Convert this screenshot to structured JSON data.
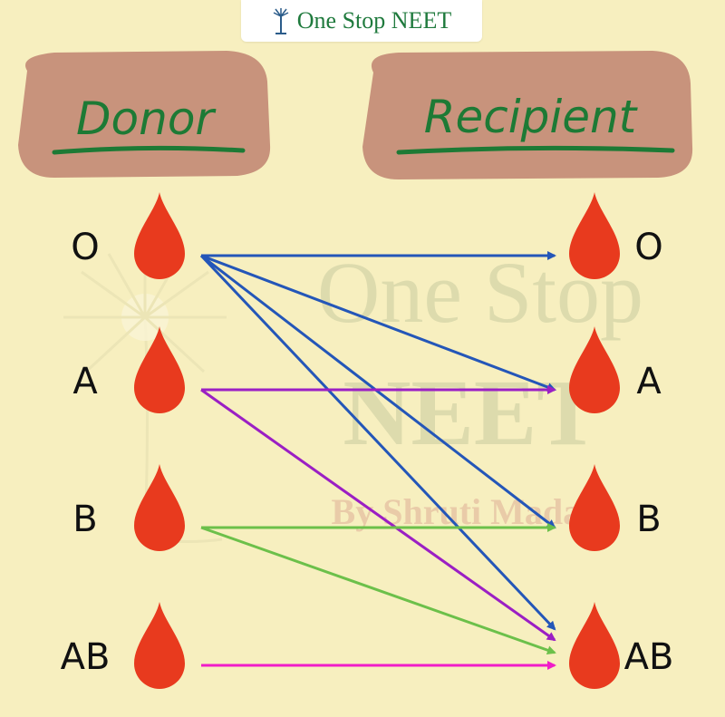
{
  "brand": {
    "name": "One Stop NEET",
    "icon": "palm-tree-icon"
  },
  "headings": {
    "donor": "Donor",
    "recipient": "Recipient"
  },
  "watermark": {
    "line1": "One Stop",
    "line2": "NEET",
    "line3": "By Shruti Madam"
  },
  "donors": [
    {
      "id": "O",
      "label": "O"
    },
    {
      "id": "A",
      "label": "A"
    },
    {
      "id": "B",
      "label": "B"
    },
    {
      "id": "AB",
      "label": "AB"
    }
  ],
  "recipients": [
    {
      "id": "O",
      "label": "O"
    },
    {
      "id": "A",
      "label": "A"
    },
    {
      "id": "B",
      "label": "B"
    },
    {
      "id": "AB",
      "label": "AB"
    }
  ],
  "donations": [
    {
      "from": "O",
      "to": "O",
      "color": "#2456b8"
    },
    {
      "from": "O",
      "to": "A",
      "color": "#2456b8"
    },
    {
      "from": "O",
      "to": "B",
      "color": "#2456b8"
    },
    {
      "from": "O",
      "to": "AB",
      "color": "#2456b8"
    },
    {
      "from": "A",
      "to": "A",
      "color": "#9b1fc4"
    },
    {
      "from": "A",
      "to": "AB",
      "color": "#9b1fc4"
    },
    {
      "from": "B",
      "to": "B",
      "color": "#6cc04a"
    },
    {
      "from": "B",
      "to": "AB",
      "color": "#6cc04a"
    },
    {
      "from": "AB",
      "to": "AB",
      "color": "#f01cc8"
    }
  ],
  "colors": {
    "drop": "#e83a1e",
    "heading_bg": "#c8937c",
    "heading_text": "#1d7a35",
    "background": "#f7efbf"
  }
}
